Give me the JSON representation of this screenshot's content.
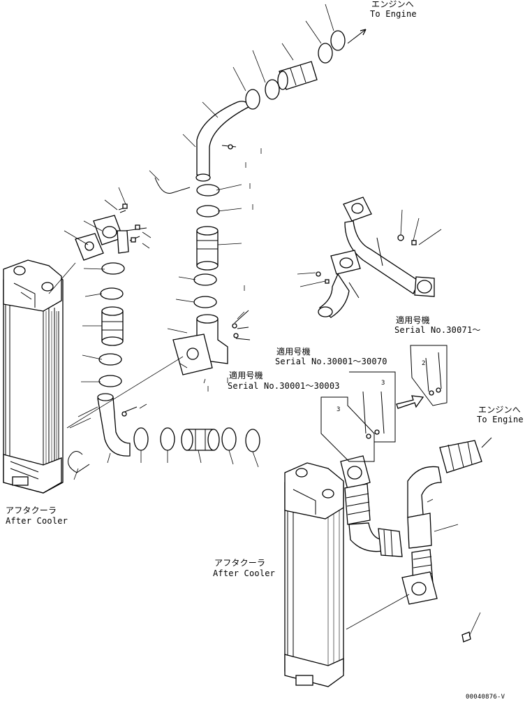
{
  "labels": {
    "engine_top_jp": "エンジンへ",
    "engine_top_en": "To Engine",
    "engine_right_jp": "エンジンへ",
    "engine_right_en": "To Engine",
    "serial_a_jp": "適用号機",
    "serial_a_en": "Serial No.30001～30070",
    "serial_b_jp": "適用号機",
    "serial_b_en": "Serial No.30001～30003",
    "serial_c_jp": "適用号機",
    "serial_c_en": "Serial No.30071～",
    "aftercooler_left_jp": "アフタクーラ",
    "aftercooler_left_en": "After Cooler",
    "aftercooler_right_jp": "アフタクーラ",
    "aftercooler_right_en": "After Cooler",
    "drawing_code": "00040876-V",
    "callout_3a": "3",
    "callout_3b": "3",
    "callout_2": "2"
  },
  "icons": {
    "arrow_to_engine_top": "arrow-icon",
    "arrow_to_engine_right": "arrow-icon",
    "arrow_variant": "hollow-arrow-icon"
  }
}
